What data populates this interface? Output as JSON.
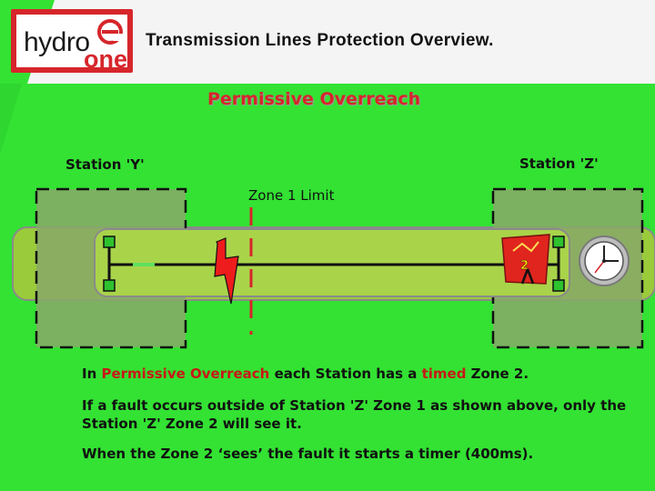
{
  "logo": {
    "word1": "hydro",
    "word2": "one"
  },
  "header": {
    "title": "Transmission Lines Protection Overview."
  },
  "subtitle": "Permissive Overreach",
  "stations": {
    "y_label": "Station 'Y'",
    "z_label": "Station 'Z'"
  },
  "zone1_limit_label": "Zone 1 Limit",
  "relay_badge": "2",
  "text": {
    "line1_prefix": "In ",
    "line1_highlight": "Permissive Overreach",
    "line1_middle": " each Station has a ",
    "line1_highlight2": "timed",
    "line1_suffix": " Zone 2.",
    "line2": "If a fault occurs outside of Station 'Z' Zone 1 as shown above, only the Station 'Z' Zone 2 will see it.",
    "line3": "When the Zone 2 ‘sees’ the fault it starts a timer (400ms)."
  },
  "colors": {
    "background": "#33e233",
    "brand_red": "#d6262b",
    "zone_fill": "#9acb3a",
    "station_fill": "#88a86a"
  },
  "icons": [
    "fault-lightning-icon",
    "relay-trip-icon",
    "timer-clock-icon",
    "breaker-icon"
  ]
}
